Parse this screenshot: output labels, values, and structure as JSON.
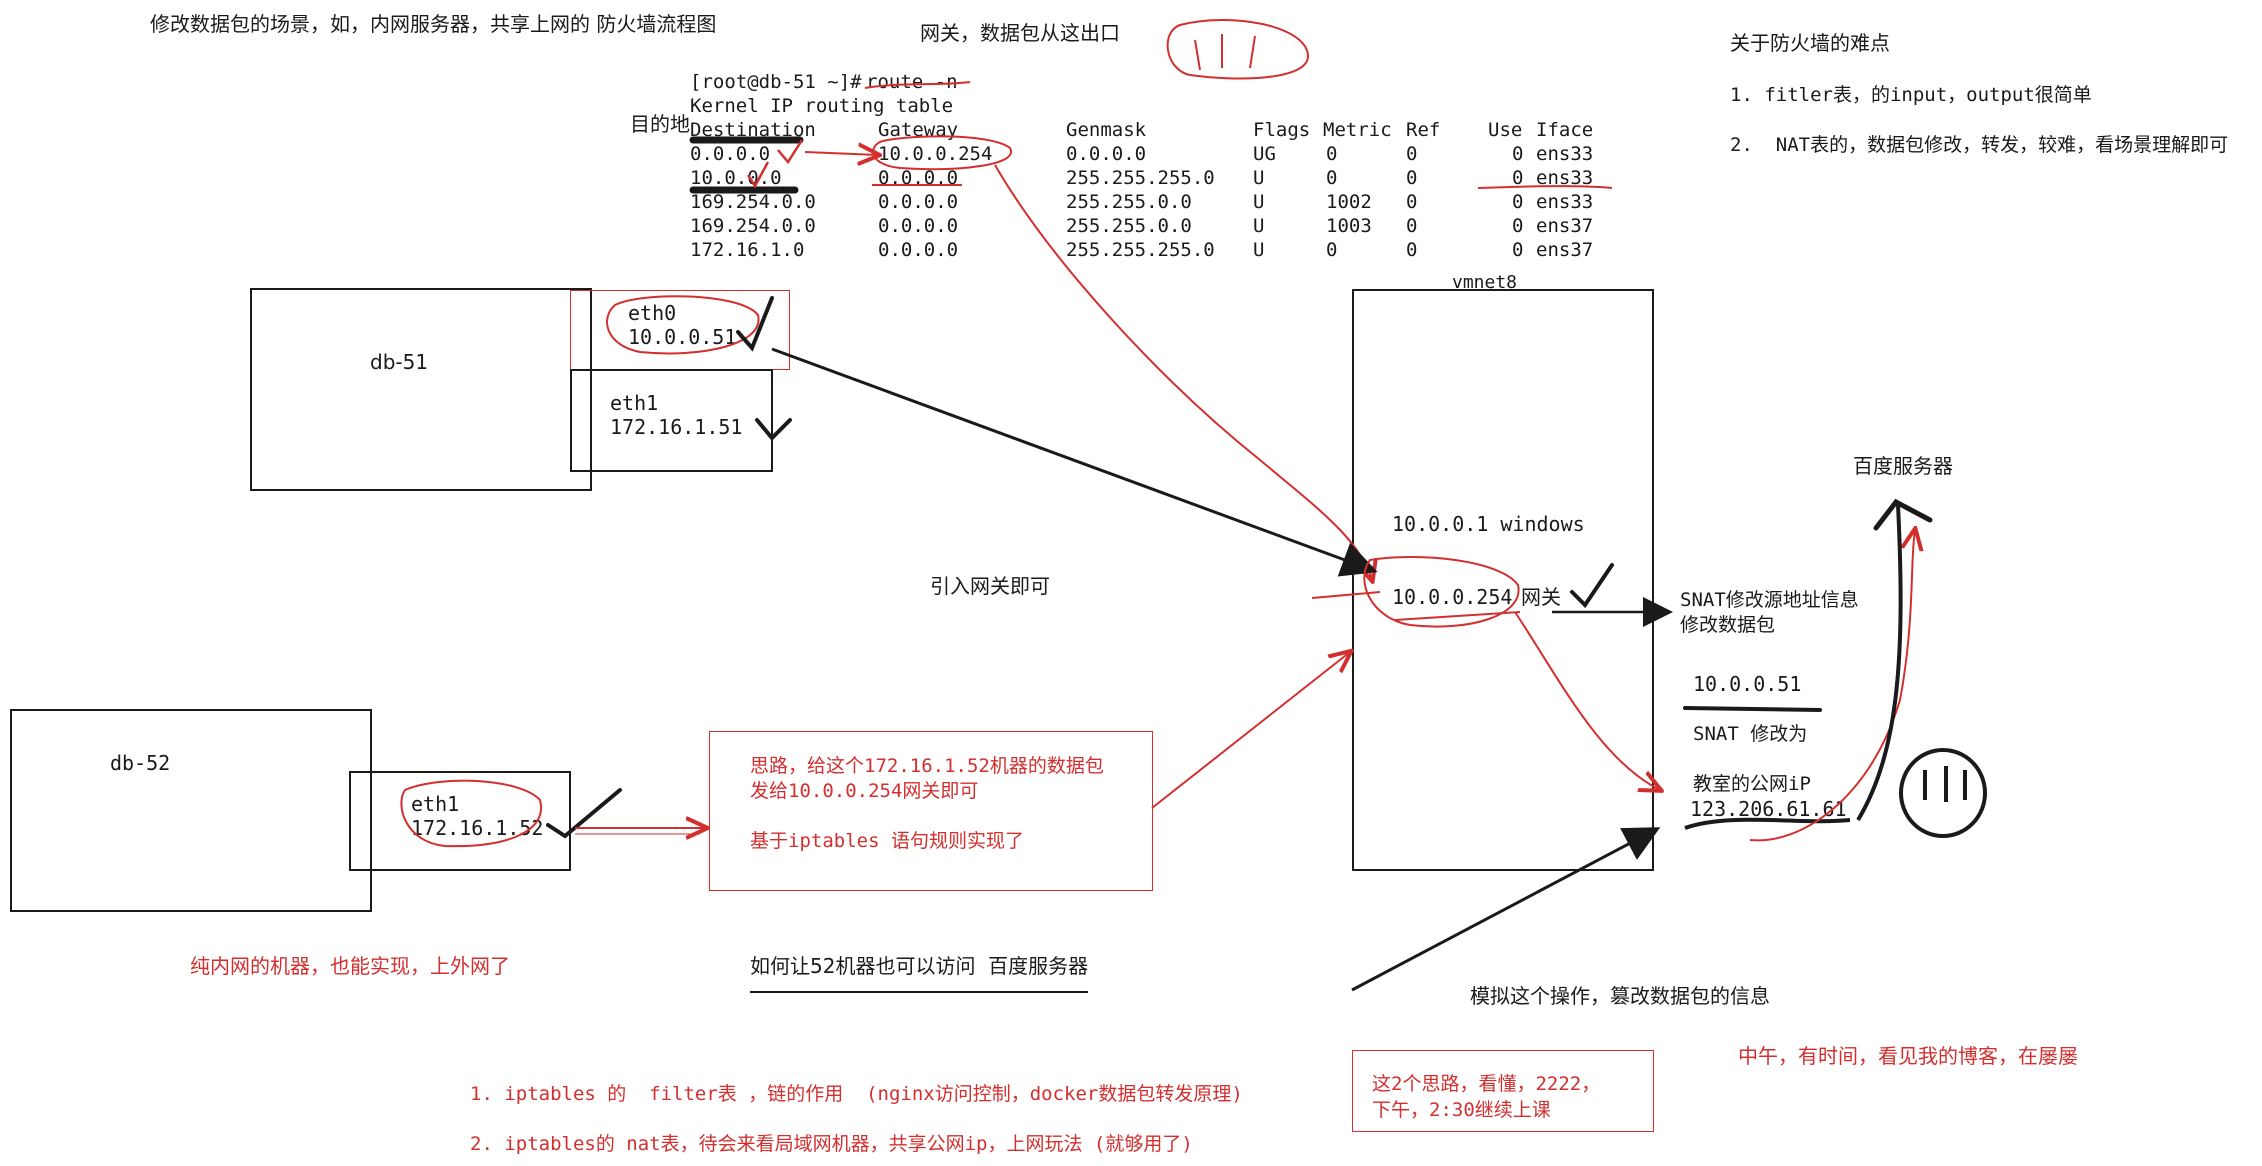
{
  "title": "修改数据包的场景，如，内网服务器，共享上网的 防火墙流程图",
  "gateway_note": "网关，数据包从这出口",
  "difficulty": {
    "heading": "关于防火墙的难点",
    "items": [
      "1. fitler表，的input，output很简单",
      "2.  NAT表的，数据包修改，转发，较难，看场景理解即可"
    ]
  },
  "dest_label": "目的地",
  "terminal": {
    "prompt": "[root@db-51 ~]#",
    "command": "route -n",
    "table_title": "Kernel IP routing table",
    "headers": [
      "Destination",
      "Gateway",
      "Genmask",
      "Flags",
      "Metric",
      "Ref",
      "Use",
      "Iface"
    ],
    "rows": [
      [
        "0.0.0.0",
        "10.0.0.254",
        "0.0.0.0",
        "UG",
        "0",
        "0",
        "0",
        "ens33"
      ],
      [
        "10.0.0.0",
        "0.0.0.0",
        "255.255.255.0",
        "U",
        "0",
        "0",
        "0",
        "ens33"
      ],
      [
        "169.254.0.0",
        "0.0.0.0",
        "255.255.0.0",
        "U",
        "1002",
        "0",
        "0",
        "ens33"
      ],
      [
        "169.254.0.0",
        "0.0.0.0",
        "255.255.0.0",
        "U",
        "1003",
        "0",
        "0",
        "ens37"
      ],
      [
        "172.16.1.0",
        "0.0.0.0",
        "255.255.255.0",
        "U",
        "0",
        "0",
        "0",
        "ens37"
      ]
    ]
  },
  "db51": {
    "name": "db-51",
    "eth0": "eth0",
    "eth0_ip": "10.0.0.51",
    "eth1": "eth1",
    "eth1_ip": "172.16.1.51"
  },
  "db52": {
    "name": "db-52",
    "eth1": "eth1",
    "eth1_ip": "172.16.1.52"
  },
  "vmnet8": {
    "name": "vmnet8",
    "windows": "10.0.0.1 windows",
    "gw_ip": "10.0.0.254",
    "gw_label": "网关"
  },
  "intro_gateway": "引入网关即可",
  "snat": {
    "line1": "SNAT修改源地址信息",
    "line2": "修改数据包",
    "src_ip": "10.0.0.51",
    "change_label": "SNAT 修改为",
    "public_label": "教室的公网iP",
    "public_ip": "123.206.61.61"
  },
  "baidu": "百度服务器",
  "idea_box": {
    "line1": "思路，给这个172.16.1.52机器的数据包",
    "line2": "发给10.0.0.254网关即可",
    "line3": "基于iptables 语句规则实现了"
  },
  "pure_intranet": "纯内网的机器，也能实现，上外网了",
  "how_question": "如何让52机器也可以访问  百度服务器",
  "simulate": "模拟这个操作，篡改数据包的信息",
  "break_box": {
    "line1": "这2个思路，看懂，2222，",
    "line2": "下午，2:30继续上课"
  },
  "noon_note": "中午，有时间，看见我的博客，在屡屡",
  "bottom_items": [
    "1. iptables 的  filter表 ，链的作用  (nginx访问控制，docker数据包转发原理)",
    "2. iptables的 nat表，待会来看局域网机器，共享公网ip，上网玩法 (就够用了)"
  ],
  "colors": {
    "ink": "#1a1a1a",
    "red": "#d32f2f"
  }
}
